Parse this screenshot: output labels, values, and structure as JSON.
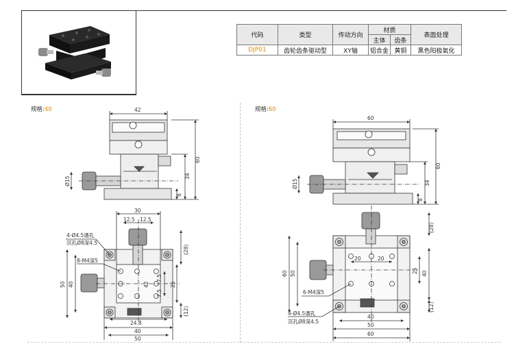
{
  "table": {
    "headers": {
      "code": "代码",
      "type": "类型",
      "drive": "传动方向",
      "material": "材质",
      "material_main": "主体",
      "material_rack": "齿条",
      "finish": "表面处理"
    },
    "row": {
      "code": "DJP01",
      "type": "齿轮齿条驱动型",
      "drive": "XY轴",
      "main": "铝合金",
      "rack": "黄铜",
      "finish": "黑色阳极氧化"
    }
  },
  "spec40": {
    "label": "规格:",
    "value": "40",
    "dims": {
      "top_width": "42",
      "height_total": "60",
      "height_mid": "34",
      "base_h": "8",
      "knob_dia": "Ø15",
      "plan_30": "30",
      "plan_125a": "12.5",
      "plan_125b": "12.5",
      "note_holes1": "4-Ø4.5通孔",
      "note_holes2": "沉孔Ø8深4.5",
      "note_m4": "8-M4深5",
      "plan_50": "50",
      "plan_40": "40",
      "plan_42": "42",
      "plan_75a": "7.5",
      "plan_75b": "7.5",
      "plan_25": "25",
      "plan_28": "(28)",
      "plan_12": "(12)",
      "plan_248": "24.8",
      "bottom_40": "40",
      "bottom_50": "50"
    }
  },
  "spec60": {
    "label": "规格:",
    "value": "60",
    "dims": {
      "top_width": "60",
      "height_total": "60",
      "height_mid": "34",
      "base_h": "8",
      "knob_dia": "Ø15",
      "plan_28": "(28)",
      "plan_20a": "20",
      "plan_20b": "20",
      "plan_60": "60",
      "plan_50": "50",
      "plan_40": "40",
      "plan_25": "25",
      "note_m4": "6-M4深5",
      "plan_12": "(12)",
      "note_holes1": "4-Ø4.5通孔",
      "note_holes2": "沉孔Ø8深4.5",
      "bottom_40": "40",
      "bottom_50": "50",
      "bottom_60": "60"
    }
  },
  "colors": {
    "accent": "#e08a00",
    "line": "#333333",
    "fill": "#e8e8e8"
  }
}
